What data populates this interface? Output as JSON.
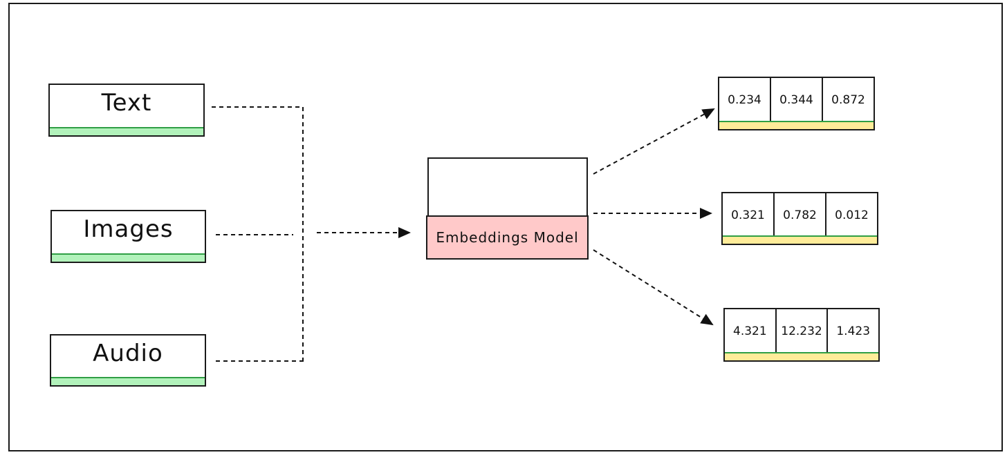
{
  "inputs": [
    {
      "label": "Text"
    },
    {
      "label": "Images"
    },
    {
      "label": "Audio"
    }
  ],
  "model": {
    "label": "Embeddings Model"
  },
  "vectors": [
    {
      "values": [
        "0.234",
        "0.344",
        "0.872"
      ]
    },
    {
      "values": [
        "0.321",
        "0.782",
        "0.012"
      ]
    },
    {
      "values": [
        "4.321",
        "12.232",
        "1.423"
      ]
    }
  ],
  "colors": {
    "input_bar": "#b2f2bb",
    "model_fill": "#ffc9c9",
    "vector_bar": "#ffec99",
    "stroke": "#1a1a1a"
  }
}
